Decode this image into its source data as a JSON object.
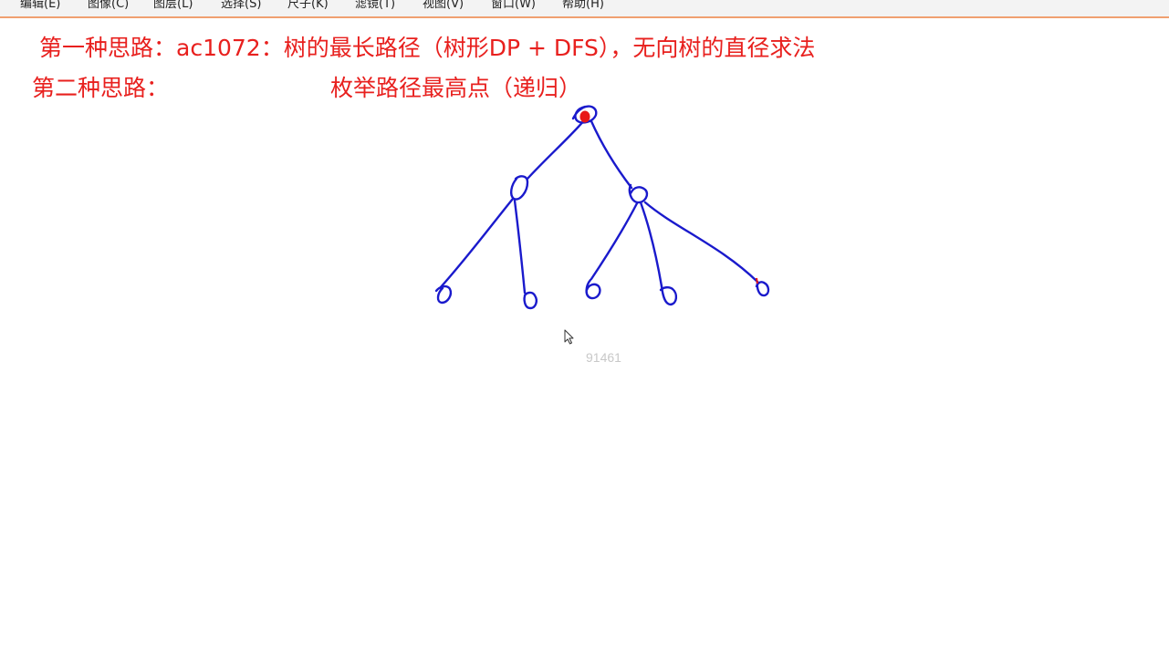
{
  "menu": {
    "items": [
      "编辑(E)",
      "图像(C)",
      "图层(L)",
      "选择(S)",
      "尺子(K)",
      "滤镜(T)",
      "视图(V)",
      "窗口(W)",
      "帮助(H)"
    ]
  },
  "note": {
    "line1": "第一种思路：ac1072：树的最长路径（树形DP + DFS），无向树的直径求法",
    "line2_prefix": "第二种思路：",
    "line2_text": "枚举路径最高点（递归）"
  },
  "watermark": "91461",
  "colors": {
    "text": "#e8201e",
    "ink": "#1a1acc",
    "root_mark": "#e81818"
  }
}
